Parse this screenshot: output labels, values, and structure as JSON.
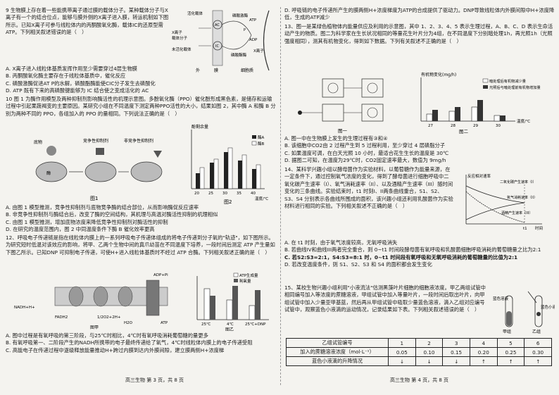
{
  "left": {
    "q9": {
      "text": "9  生物膜上存在着一些能携带离子通过膜的载体分子。某种载体分子与X离子有一个的结合位点，能够与膜外侧的X离子进入膜，转运机制如下图所示。已知X离子可参与线粒体内的丙酮酸氧化酶，载体IC的还原型需ATP。下列相关叙述错误的是（　）",
      "options": [
        "A. X离子进入线粒体基质发挥作用至少需要穿过4层生物膜",
        "B. 丙酮酸氧化酶主要存在于线粒体基质中，催化反应",
        "C. 磷酸激酶促进AT P的水解，磷酸酯酶能使CIC分子发生去磷酸化",
        "D. ATP 既有下来的高磷酸键能够为 IC 结合使之变成活化的 AC"
      ],
      "fig_labels": {
        "top": "活化载体",
        "x_ion": "X离子",
        "carrier": "载体分子",
        "inact": "未活化载体",
        "kinase": "磷酸激酶",
        "atp": "ATP",
        "adp": "ADP",
        "phosphatase": "磷酸酯酶",
        "ac": "AC",
        "ic": "IC",
        "p": "P",
        "out": "外",
        "membrane": "膜",
        "cyto": "细胞质",
        "x_ion2": "X离子"
      }
    },
    "q10": {
      "text": "10  图 1 为酶作用模型及两种抑制剂影响酶活性的机理示意图。多酚氧化酶（PPO）催化酚形成黑色素，是储存和运输过程中引起果蔬褐变的主要原因。某研究小组在不同温度下测定两种PPO活性的大小，结果如图 2，其中酶 A 和酶 B 分别为两种不同的 PPO，各组加入的 PPO 的量相同。下列说法正确的是（　）",
      "options": [
        "A. 由图 1 模型推测，竞争性抑制剂与底物竞争酶的结合部位，从而影响酶促反应速率",
        "B. 非竞争性抑制剂与酶结合后，改变了酶的空间结构，其机理与高温对酶活性抑制的机理相似",
        "C. 由图 1 模型推测，增加底物浓度来降低竞争性抑制剂对酶活性的抑制",
        "D. 在研究的温度范围内，图 2 中同温度条件下酶 B 催化效率更高"
      ],
      "fig1_labels": {
        "substrate": "底物",
        "enzyme": "酶",
        "comp": "竞争性抑制剂",
        "noncomp": "非竞争性抑制剂",
        "caption": "图1"
      },
      "fig2_labels": {
        "ylabel": "酚剩余量",
        "xlabel": "温度/℃",
        "legendA": "酶A",
        "legendB": "酶B",
        "caption": "图2",
        "x": [
          "20",
          "25",
          "30",
          "35",
          "40"
        ]
      }
    },
    "q12": {
      "text": "12、呼吸电子传递链是指在线粒体内膜上的一系列呼吸电子传递体组成的将电子传递到分子氧的\"轨迹\"，如下图所示。为研究短时低温对该效应的影响，将甲、乙两个生物中间的真爪幼苗在不同温度下培养，一段时间后测定 ATP 产生量如下图乙所示。已知DNP 可抑制电子传递，可使H+进入线粒体基质时不经过 ATP 合酶。下列相关叙述正确的是（　）",
      "fig_labels": {
        "nadh": "NADH+H+",
        "fadh": "FADH2",
        "o2": "1/2O2+2H+",
        "h2o": "H2O",
        "atp": "ATP",
        "adp": "ADP+Pi",
        "caption_a": "图甲",
        "caption_b": "图乙",
        "legendATP": "ATP生成量",
        "legendO2": "耗氧量",
        "x": [
          "25℃",
          "4℃",
          "25℃+DNP"
        ]
      },
      "options": [
        "A. 图中过程是有氧呼吸的第三阶段，与25℃时相比，4℃时有氧呼吸消耗葡萄糖的量更多",
        "B. 有氧呼吸第一、二阶段产生的NADH所携带的电子最终传递给了氧气，4℃时线粒体内膜上的电子传递受阻",
        "C. 高能电子在传递过程中逐级释放能量推动H+跨过内膜到达内外膜间隙，建立膜两侧H+浓度梯"
      ]
    },
    "footer": "高三生物  第 3 页，共 8 页"
  },
  "right": {
    "q12d": "D. 呼吸链的电子传递所产生的膜两侧H+浓度梯度为ATP的合成提供了驱动力。DNP导致线粒体内外膜间隙中H+浓度降低，生成的ATP减少",
    "q13": {
      "text": "13、图一是某绿色植物体内能量供应及利用的示意图，其中 1、2、3、4、5 表示生理过程，A、B、C、D 表示生命活动产生的物质。图二为科学家在生长状况相同的等量花生叶片分为4组，在不同温度下分别暗处理1h，再光照1h（光照强度相同），测其有机物变化，得到如下数据。下列有关叙述不正确的是（　）",
      "fig1_caption": "图一",
      "fig2_caption": "图二",
      "fig2_labels": {
        "ylabel": "有机物变化(mg/h)",
        "legend1": "暗处理后有机物减少量",
        "legend2": "光照后与暗处理前有机物增加量",
        "xlabel": "温度/℃",
        "x": [
          "27",
          "28",
          "29",
          "30"
        ]
      },
      "options": [
        "A. 图一中在生物膜上发生的生理过程有③和④",
        "B. 该细胞中CO2由 2 过程产生到 5 过程利用，至少穿过 4 层磷脂分子",
        "C. 如果温度可调，在白天光照 10 小时，最适合花生生长的温度是 30℃",
        "D. 据图二可知，在温度为29℃时，CO2固定速率最大，数值为 9mg/h"
      ]
    },
    "q14": {
      "text": "14、某科学兴趣小组以酵母菌作为实验材料，以葡萄糖作为能量来源，在一定条件下，通过控制氧气浓度的变化，得到了酵母菌进行细胞呼吸中二氧化碳产生速率（I）、氧气消耗速率（II）、以及酒精产生速率（III）随时间变化的三条曲线。实验结束时，t1 时刻I、II两条曲线重合，S1、S2、S3、S4 分别表示各曲线所围成的面积，该兴趣小组还利用乳酸菌作为实验材料进行相同的实验。下列相关叙述不正确的是（　）",
      "options": [
        "A. 在 t1 时刻，由于氧气浓度较高，无氧呼吸消失",
        "B. 若曲线IV和曲线III两者完全重合，则 0~t1 时间段酵母菌有氧呼吸和乳酸菌细胞呼吸消耗的葡萄糖量之比为2:1",
        "C. 若S2:S3=2:1，S4:S3=8:1 时，0~t1 时间段有氧呼吸和无氧呼吸消耗的葡萄糖量的比值为2:1",
        "D. 若改变温度条件，则 S1、S2、S3 和 S4 的面积都会发生变化"
      ],
      "fig_labels": {
        "ylabel": "反应相对速率",
        "co2": "二氧化碳产生速率（I）",
        "o2": "氧气消耗速率（II）",
        "eth": "酒精产生速率（III）",
        "t1": "t1",
        "time": "时间"
      }
    },
    "q15": {
      "text": "15、某校生物兴趣小组利用\"小液流法\"估测黑藻叶片细胞的细胞液浓度。甲乙两组试管中相同编号加入等浓度的蔗糖溶液，甲组试管中加入等量叶片，一段时间后取出叶片，向甲组试管中加入少量亚甲基蓝，然后再从甲组试管中吸取少量蓝色溶液，滴入乙组对应编号试管中，观察蓝色小液滴的运动情况，记录结果如下表。下列相关叙述错误的是（　）",
      "fig_labels": {
        "blue": "蓝色溶液",
        "drop": "蓝色小液滴",
        "jia": "甲组",
        "yi": "乙组"
      },
      "table": {
        "row_head": [
          "乙组试管编号",
          "加入的蔗糖溶液浓度（mol·L⁻¹）",
          "蓝色小液滴的升降情况"
        ],
        "nums": [
          "1",
          "2",
          "3",
          "4",
          "5",
          "6"
        ],
        "conc": [
          "0.05",
          "0.10",
          "0.15",
          "0.20",
          "0.25",
          "0.30"
        ],
        "moves": [
          "↓",
          "↓",
          "↓",
          "↑",
          "↑",
          "↑"
        ]
      }
    },
    "footer": "高三生物  第 4 页，共 8 页"
  }
}
